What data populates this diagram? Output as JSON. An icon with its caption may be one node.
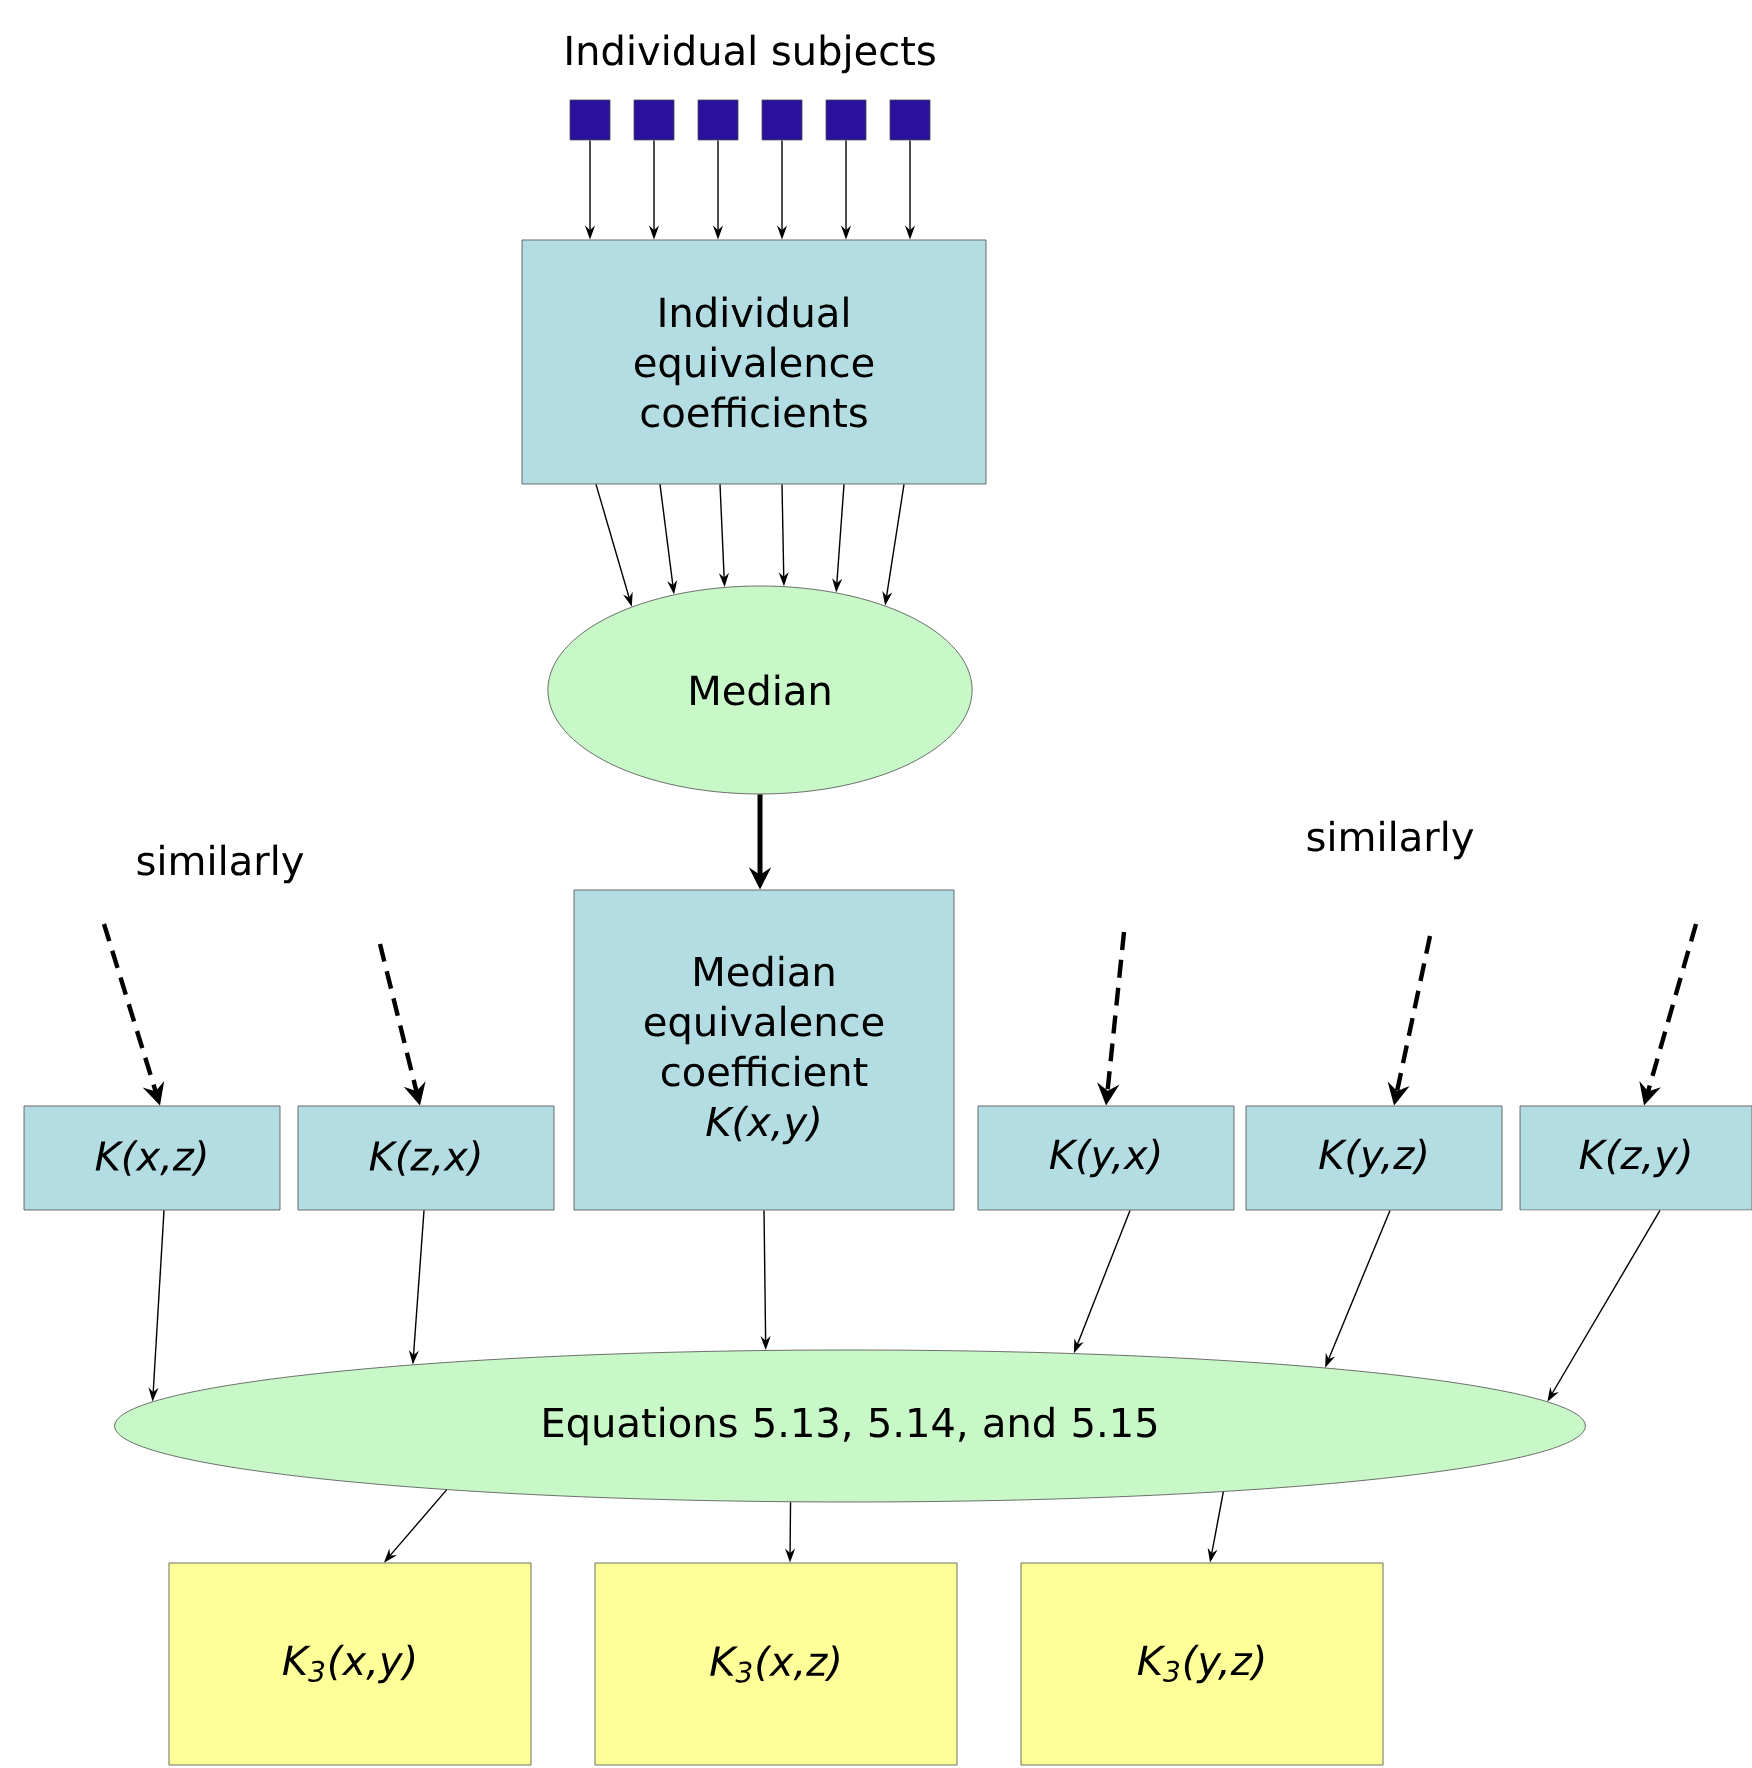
{
  "diagram": {
    "nodes": [
      {
        "text": [],
        "shape": "box"
      },
      {
        "text": [],
        "shape": "box"
      },
      {
        "text": [],
        "shape": "box"
      },
      {
        "text": [],
        "shape": "box"
      },
      {
        "text": [],
        "shape": "box"
      },
      {
        "text": [],
        "shape": "box"
      },
      {
        "text": [
          "Individual equivalence coefficients"
        ]
      },
      {
        "text": [
          "Median"
        ]
      },
      {
        "text": [
          "K(x,z)"
        ]
      },
      {
        "text": [
          "K(z,x)"
        ]
      },
      {
        "text": [
          "Median equivalence coefficient",
          "K(x,y)"
        ]
      },
      {
        "text": [
          "K(y,x)"
        ]
      },
      {
        "text": [
          "K(y,z)"
        ]
      },
      {
        "text": [
          "K(z,y)"
        ]
      },
      {
        "text": [
          "Equations 5.13, 5.14, and 5.15"
        ]
      },
      {
        "text": [
          "K$_{3}$(x,y)"
        ]
      },
      {
        "text": [
          "K$_{3}$(x,z)"
        ]
      },
      {
        "text": [
          "K$_{3}$(y,z)"
        ]
      }
    ],
    "edges": [
      {
        "from": 0,
        "to": 6,
        "arrow": "to"
      },
      {
        "from": 1,
        "to": 6,
        "arrow": "to"
      },
      {
        "from": 2,
        "to": 6,
        "arrow": "to"
      },
      {
        "from": 3,
        "to": 6,
        "arrow": "to"
      },
      {
        "from": 4,
        "to": 6,
        "arrow": "to"
      },
      {
        "from": 5,
        "to": 6,
        "arrow": "to"
      },
      {
        "from": 6,
        "to": 7,
        "arrow": "to"
      },
      {
        "from": 6,
        "to": 7,
        "arrow": "to"
      },
      {
        "from": 6,
        "to": 7,
        "arrow": "to"
      },
      {
        "from": 6,
        "to": 7,
        "arrow": "to"
      },
      {
        "from": 6,
        "to": 7,
        "arrow": "to"
      },
      {
        "from": 6,
        "to": 7,
        "arrow": "to"
      },
      {
        "from": 7,
        "to": 10,
        "arrow": "to",
        "style": "thick"
      },
      {
        "from": null,
        "to": 8,
        "arrow": "to",
        "style": "dashed"
      },
      {
        "from": null,
        "to": 9,
        "arrow": "to",
        "style": "dashed"
      },
      {
        "from": null,
        "to": 11,
        "arrow": "to",
        "style": "dashed"
      },
      {
        "from": null,
        "to": 12,
        "arrow": "to",
        "style": "dashed"
      },
      {
        "from": null,
        "to": 13,
        "arrow": "to",
        "style": "dashed"
      },
      {
        "from": 8,
        "to": 14,
        "arrow": "to"
      },
      {
        "from": 9,
        "to": 14,
        "arrow": "to"
      },
      {
        "from": 10,
        "to": 14,
        "arrow": "to"
      },
      {
        "from": 11,
        "to": 14,
        "arrow": "to"
      },
      {
        "from": 12,
        "to": 14,
        "arrow": "to"
      },
      {
        "from": 13,
        "to": 14,
        "arrow": "to"
      },
      {
        "from": 14,
        "to": 15,
        "arrow": "to"
      },
      {
        "from": 14,
        "to": 16,
        "arrow": "to"
      },
      {
        "from": 14,
        "to": 17,
        "arrow": "to"
      }
    ],
    "labels": [
      "Individual subjects",
      "similarly",
      "similarly"
    ]
  }
}
